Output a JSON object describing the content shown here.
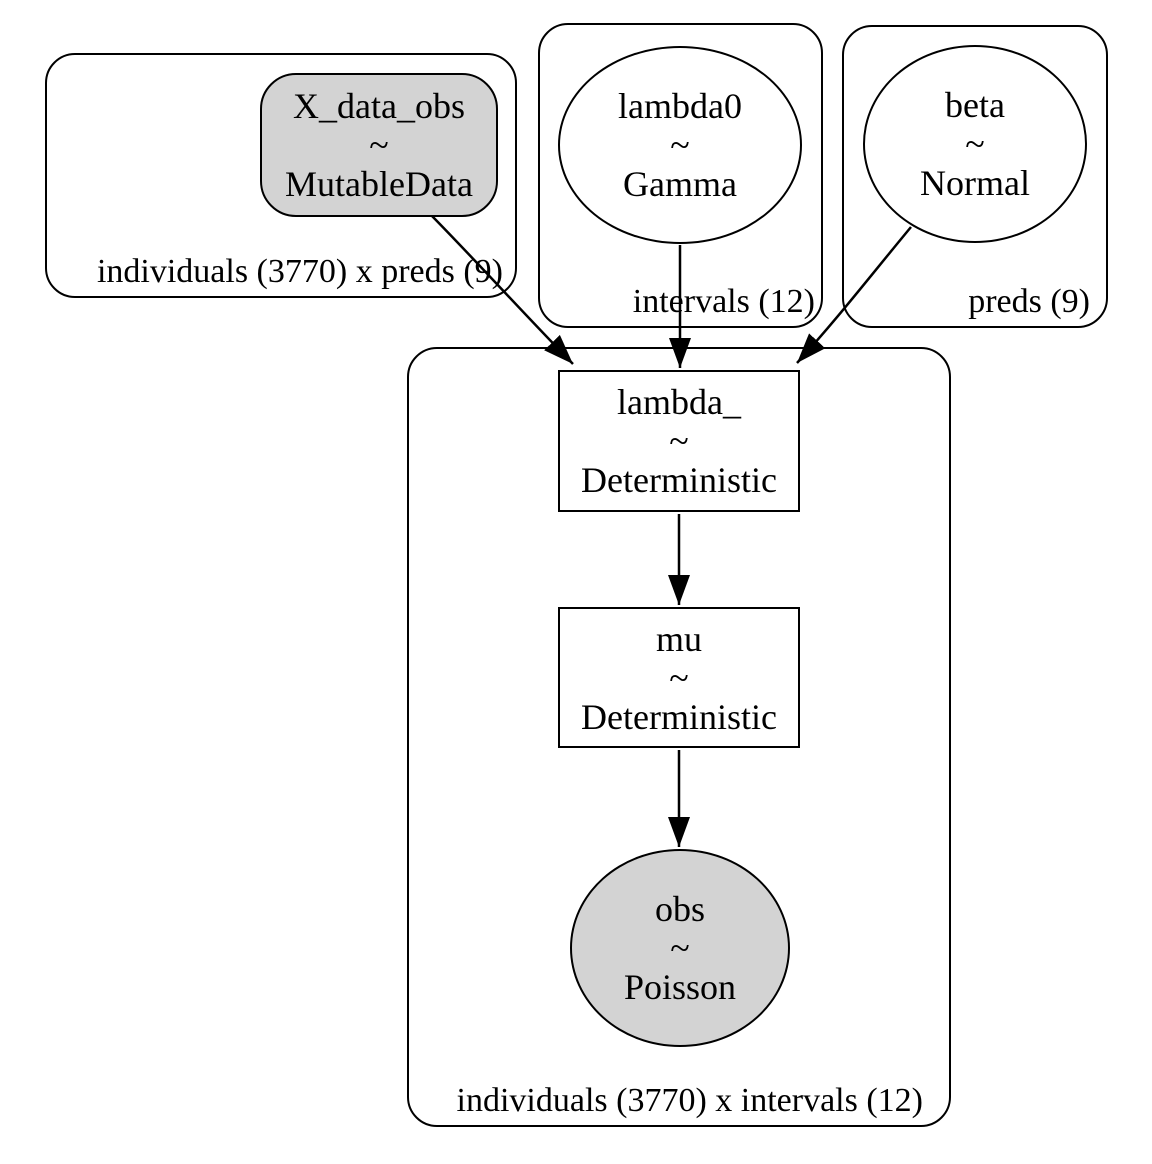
{
  "colors": {
    "background": "#ffffff",
    "stroke": "#000000",
    "observed_fill": "#d3d3d3",
    "unobserved_fill": "#ffffff"
  },
  "plates": [
    {
      "label": "individuals (3770) x preds (9)"
    },
    {
      "label": "intervals (12)"
    },
    {
      "label": "preds (9)"
    },
    {
      "label": "individuals (3770) x intervals (12)"
    }
  ],
  "nodes": [
    {
      "name": "X_data_obs",
      "relation": "~",
      "dist": "MutableData",
      "shape": "rounded-rectangle",
      "observed": true,
      "plate": "individuals (3770) x preds (9)"
    },
    {
      "name": "lambda0",
      "relation": "~",
      "dist": "Gamma",
      "shape": "ellipse",
      "observed": false,
      "plate": "intervals (12)"
    },
    {
      "name": "beta",
      "relation": "~",
      "dist": "Normal",
      "shape": "ellipse",
      "observed": false,
      "plate": "preds (9)"
    },
    {
      "name": "lambda_",
      "relation": "~",
      "dist": "Deterministic",
      "shape": "rectangle",
      "observed": false,
      "plate": "individuals (3770) x intervals (12)"
    },
    {
      "name": "mu",
      "relation": "~",
      "dist": "Deterministic",
      "shape": "rectangle",
      "observed": false,
      "plate": "individuals (3770) x intervals (12)"
    },
    {
      "name": "obs",
      "relation": "~",
      "dist": "Poisson",
      "shape": "ellipse",
      "observed": true,
      "plate": "individuals (3770) x intervals (12)"
    }
  ],
  "edges": [
    {
      "from": "X_data_obs",
      "to": "lambda_"
    },
    {
      "from": "lambda0",
      "to": "lambda_"
    },
    {
      "from": "beta",
      "to": "lambda_"
    },
    {
      "from": "lambda_",
      "to": "mu"
    },
    {
      "from": "mu",
      "to": "obs"
    }
  ]
}
